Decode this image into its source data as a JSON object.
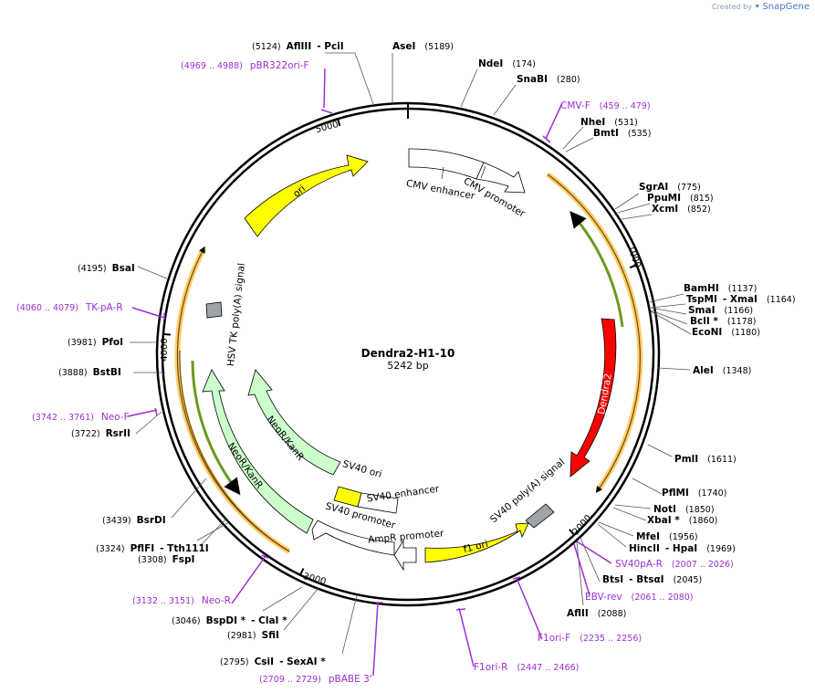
{
  "credit": {
    "prefix": "Created by",
    "brand": "SnapGene"
  },
  "plasmid": {
    "name": "Dendra2-H1-10",
    "size": "5242 bp",
    "length": 5242
  },
  "ticks": [
    {
      "pos": 1000,
      "label": "1000"
    },
    {
      "pos": 2000,
      "label": "2000"
    },
    {
      "pos": 3000,
      "label": "3000"
    },
    {
      "pos": 4000,
      "label": "4000"
    },
    {
      "pos": 5000,
      "label": "5000"
    }
  ],
  "sites": [
    {
      "enzyme": "AseI",
      "pos": "(5189)"
    },
    {
      "enzyme": "AflIII",
      "extra": "- PciI",
      "pos": "(5124)"
    },
    {
      "enzyme": "NdeI",
      "pos": "(174)"
    },
    {
      "enzyme": "SnaBI",
      "pos": "(280)"
    },
    {
      "enzyme": "NheI",
      "pos": "(531)"
    },
    {
      "enzyme": "BmtI",
      "pos": "(535)"
    },
    {
      "enzyme": "SgrAI",
      "pos": "(775)"
    },
    {
      "enzyme": "PpuMI",
      "pos": "(815)"
    },
    {
      "enzyme": "XcmI",
      "pos": "(852)"
    },
    {
      "enzyme": "BamHI",
      "pos": "(1137)"
    },
    {
      "enzyme": "TspMI",
      "extra": "- XmaI",
      "pos": "(1164)"
    },
    {
      "enzyme": "SmaI",
      "pos": "(1166)"
    },
    {
      "enzyme": "BclI *",
      "pos": "(1178)"
    },
    {
      "enzyme": "EcoNI",
      "pos": "(1180)"
    },
    {
      "enzyme": "AleI",
      "pos": "(1348)"
    },
    {
      "enzyme": "PmlI",
      "pos": "(1611)"
    },
    {
      "enzyme": "PflMI",
      "pos": "(1740)"
    },
    {
      "enzyme": "NotI",
      "pos": "(1850)"
    },
    {
      "enzyme": "XbaI *",
      "pos": "(1860)"
    },
    {
      "enzyme": "MfeI",
      "pos": "(1956)"
    },
    {
      "enzyme": "HincII",
      "extra": "- HpaI",
      "pos": "(1969)"
    },
    {
      "enzyme": "BtsI",
      "extra": "- BtsαI",
      "pos": "(2045)"
    },
    {
      "enzyme": "AflII",
      "pos": "(2088)"
    },
    {
      "enzyme": "CsiI",
      "extra": "- SexAI *",
      "pos": "(2795)"
    },
    {
      "enzyme": "SfiI",
      "pos": "(2981)"
    },
    {
      "enzyme": "BspDI *",
      "extra": "- ClaI *",
      "pos": "(3046)"
    },
    {
      "enzyme": "FspI",
      "pos": "(3308)"
    },
    {
      "enzyme": "PflFI",
      "extra": "- Tth111I",
      "pos": "(3324)"
    },
    {
      "enzyme": "BsrDI",
      "pos": "(3439)"
    },
    {
      "enzyme": "RsrII",
      "pos": "(3722)"
    },
    {
      "enzyme": "BstBI",
      "pos": "(3888)"
    },
    {
      "enzyme": "PfoI",
      "pos": "(3981)"
    },
    {
      "enzyme": "BsaI",
      "pos": "(4195)"
    }
  ],
  "primers": [
    {
      "name": "pBR322ori-F",
      "range": "(4969 .. 4988)"
    },
    {
      "name": "CMV-F",
      "range": "(459 .. 479)"
    },
    {
      "name": "SV40pA-R",
      "range": "(2007 .. 2026)"
    },
    {
      "name": "EBV-rev",
      "range": "(2061 .. 2080)"
    },
    {
      "name": "F1ori-F",
      "range": "(2235 .. 2256)"
    },
    {
      "name": "F1ori-R",
      "range": "(2447 .. 2466)"
    },
    {
      "name": "pBABE 3'",
      "range": "(2709 .. 2729)"
    },
    {
      "name": "Neo-R",
      "range": "(3132 .. 3151)"
    },
    {
      "name": "Neo-F",
      "range": "(3742 .. 3761)"
    },
    {
      "name": "TK-pA-R",
      "range": "(4060 .. 4079)"
    }
  ],
  "features": {
    "cmv_enhancer": "CMV enhancer",
    "cmv_promoter": "CMV promoter",
    "dendra2": "Dendra2",
    "sv40_polya": "SV40 poly(A) signal",
    "f1_ori": "f1 ori",
    "ampr_promoter": "AmpR promoter",
    "sv40_promoter": "SV40 promoter",
    "sv40_ori": "SV40 ori",
    "sv40_enhancer": "SV40 enhancer",
    "neor_inner": "NeoR/KanR",
    "neor_outer": "NeoR/KanR",
    "hsv_tk_polya": "HSV TK poly(A) signal",
    "ori": "ori"
  },
  "colors": {
    "dendra2": "#ff0000",
    "ori": "#ffff00",
    "neor": "#ccffcc",
    "promoter": "#ffffff",
    "polya": "#999999",
    "orf": "#ffcc66",
    "orf_inner": "#6a9a1f",
    "primer": "#9b30d0"
  }
}
